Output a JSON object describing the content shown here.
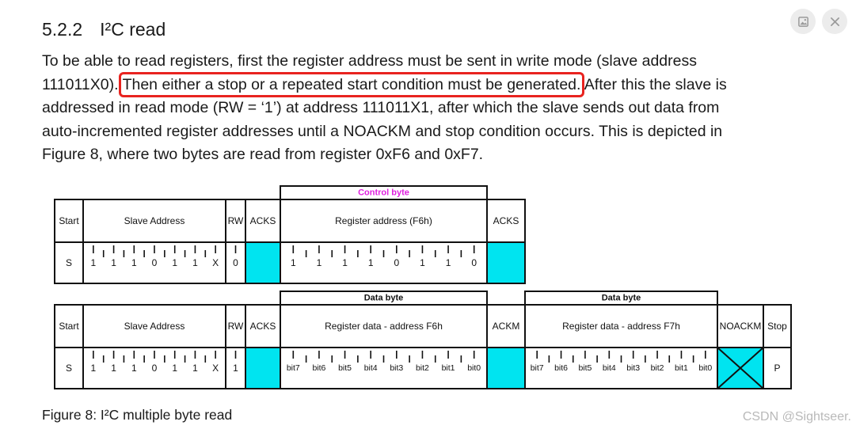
{
  "section": {
    "number": "5.2.2",
    "title": "I²C read"
  },
  "paragraph": {
    "line1": "To be able to read registers, first the register address must be sent in write mode (slave address",
    "line2_pre": "111011X0).",
    "line2_highlight": "Then either a stop or a repeated start condition must be generated.",
    "line2_post": " After this the slave is",
    "line3": "addressed in read mode (RW = ‘1’) at address 111011X1, after which the slave sends out data from",
    "line4": "auto-incremented register addresses until a NOACKM and stop condition occurs. This is depicted in",
    "line5": "Figure 8, where two bytes are read from register 0xF6 and 0xF7."
  },
  "highlight_color": "#e8231f",
  "toolbar": {
    "icons": [
      "image-icon",
      "close-icon"
    ]
  },
  "diagram": {
    "write_frame": {
      "byte_label": "Control byte",
      "headers": {
        "start": "Start",
        "slave": "Slave Address",
        "rw": "RW",
        "acks1": "ACKS",
        "reg": "Register address (F6h)",
        "acks2": "ACKS"
      },
      "start_value": "S",
      "address_bits": [
        "1",
        "1",
        "1",
        "0",
        "1",
        "1",
        "X"
      ],
      "rw_value": "0",
      "reg_bits": [
        "1",
        "1",
        "1",
        "1",
        "0",
        "1",
        "1",
        "0"
      ]
    },
    "read_frame": {
      "byte_label_1": "Data byte",
      "byte_label_2": "Data byte",
      "headers": {
        "start": "Start",
        "slave": "Slave Address",
        "rw": "RW",
        "acks": "ACKS",
        "data1": "Register data - address F6h",
        "ackm": "ACKM",
        "data2": "Register data - address F7h",
        "noackm": "NOACKM",
        "stop": "Stop"
      },
      "start_value": "S",
      "address_bits": [
        "1",
        "1",
        "1",
        "0",
        "1",
        "1",
        "X"
      ],
      "rw_value": "1",
      "data_bits_1": [
        "bit7",
        "bit6",
        "bit5",
        "bit4",
        "bit3",
        "bit2",
        "bit1",
        "bit0"
      ],
      "data_bits_2": [
        "bit7",
        "bit6",
        "bit5",
        "bit4",
        "bit3",
        "bit2",
        "bit1",
        "bit0"
      ],
      "stop_value": "P"
    },
    "colors": {
      "ack_fill": "#00e4f0",
      "control_label": "#e020e0",
      "line": "#111111"
    }
  },
  "caption": "Figure 8: I²C multiple byte read",
  "watermark": "CSDN @Sightseer."
}
